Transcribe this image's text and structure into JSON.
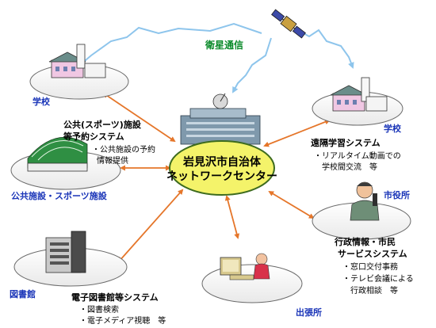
{
  "satellite_label": "衛星通信",
  "center": {
    "line1": "岩見沢市自治体",
    "line2": "ネットワークセンター"
  },
  "nodes": {
    "school_left": {
      "label": "学校"
    },
    "school_right": {
      "label": "学校"
    },
    "sports": {
      "label": "公共施設・スポーツ施設"
    },
    "library": {
      "label": "図書館"
    },
    "branch": {
      "label": "出張所"
    },
    "city_hall": {
      "label": "市役所"
    }
  },
  "systems": {
    "facility_booking": {
      "title1": "公共(スポーツ)施設",
      "title2": "等予約システム",
      "items": [
        "・公共施設の予約",
        "情報提供"
      ]
    },
    "distance_learning": {
      "title": "遠隔学習システム",
      "items": [
        "・リアルタイム動画での",
        "学校間交流　等"
      ]
    },
    "e_library": {
      "title": "電子図書館等システム",
      "items": [
        "・図書検索",
        "・電子メディア視聴　等"
      ]
    },
    "admin_service": {
      "title1": "行政情報・市民",
      "title2": "サービスシステム",
      "items": [
        "・窓口交付事務",
        "・テレビ会議による",
        "行政相談　等"
      ]
    }
  },
  "colors": {
    "center_fill": "#f4f36a",
    "center_stroke": "#3d6b1e",
    "link_arrow": "#e5762a",
    "satellite_wave": "#8ec5ec",
    "label_blue": "#1a35b8",
    "label_green": "#0a8a2a"
  }
}
